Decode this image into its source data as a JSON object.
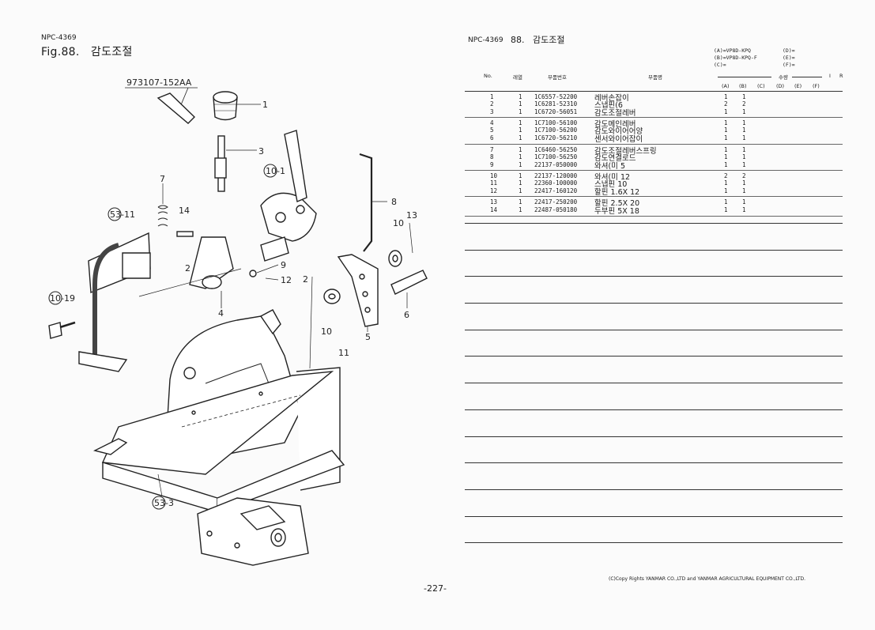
{
  "left": {
    "code": "NPC-4369",
    "fig": "Fig.88.",
    "title": "감도조절"
  },
  "right": {
    "code": "NPC-4369",
    "fig": "88.",
    "title": "감도조절"
  },
  "models": {
    "a": "(A)=VP8D-KPQ",
    "b": "(B)=VP8D-KPQ-F",
    "c": "(C)=",
    "d": "(D)=",
    "e": "(E)=",
    "f": "(F)="
  },
  "headers": {
    "no": "No.",
    "qty_ref": "레열",
    "part_no": "부품번호",
    "part_name": "부품명",
    "qty": "수량",
    "i": "I",
    "r": "R"
  },
  "qty_cols": [
    "(A)",
    "(B)",
    "(C)",
    "(D)",
    "(E)",
    "(F)"
  ],
  "rows": [
    {
      "no": "1",
      "ref": "1",
      "part": "1C6557-52200",
      "name": "레버손잡이",
      "a": "1",
      "b": "1"
    },
    {
      "no": "2",
      "ref": "1",
      "part": "1C6281-52310",
      "name": "스냅핀(6",
      "a": "2",
      "b": "2"
    },
    {
      "no": "3",
      "ref": "1",
      "part": "1C6720-56051",
      "name": "감도조절레버",
      "a": "1",
      "b": "1"
    },
    {
      "no": "4",
      "ref": "1",
      "part": "1C7100-56100",
      "name": "감도메인레버",
      "a": "1",
      "b": "1"
    },
    {
      "no": "5",
      "ref": "1",
      "part": "1C7100-56200",
      "name": "감도와이어어양",
      "a": "1",
      "b": "1"
    },
    {
      "no": "6",
      "ref": "1",
      "part": "1C6720-56210",
      "name": "센서와이어잡이",
      "a": "1",
      "b": "1"
    },
    {
      "no": "7",
      "ref": "1",
      "part": "1C6460-56250",
      "name": "감도조절레버스프링",
      "a": "1",
      "b": "1"
    },
    {
      "no": "8",
      "ref": "1",
      "part": "1C7100-56250",
      "name": "감도연결로드",
      "a": "1",
      "b": "1"
    },
    {
      "no": "9",
      "ref": "1",
      "part": "22137-050000",
      "name": "와셔(미 5",
      "a": "1",
      "b": "1"
    },
    {
      "no": "10",
      "ref": "1",
      "part": "22137-120000",
      "name": "와셔(미 12",
      "a": "2",
      "b": "2"
    },
    {
      "no": "11",
      "ref": "1",
      "part": "22360-100000",
      "name": "스냅핀 10",
      "a": "1",
      "b": "1"
    },
    {
      "no": "12",
      "ref": "1",
      "part": "22417-160120",
      "name": "할핀 1.6X 12",
      "a": "1",
      "b": "1"
    },
    {
      "no": "13",
      "ref": "1",
      "part": "22417-250200",
      "name": "할핀 2.5X 20",
      "a": "1",
      "b": "1"
    },
    {
      "no": "14",
      "ref": "1",
      "part": "22487-050180",
      "name": "두부핀 5X 18",
      "a": "1",
      "b": "1"
    }
  ],
  "diagram": {
    "ref_code": "973107-152AA",
    "callouts": [
      "1",
      "3",
      "10-1",
      "7",
      "14",
      "53-11",
      "2",
      "9",
      "12",
      "4",
      "10-19",
      "8",
      "13",
      "10",
      "2",
      "6",
      "5",
      "10",
      "11",
      "53-3"
    ]
  },
  "copyright": "(C)Copy Rights  YANMAR CO.,LTD and YANMAR AGRICULTURAL EQUIPMENT CO.,LTD.",
  "page_number": "-227-"
}
